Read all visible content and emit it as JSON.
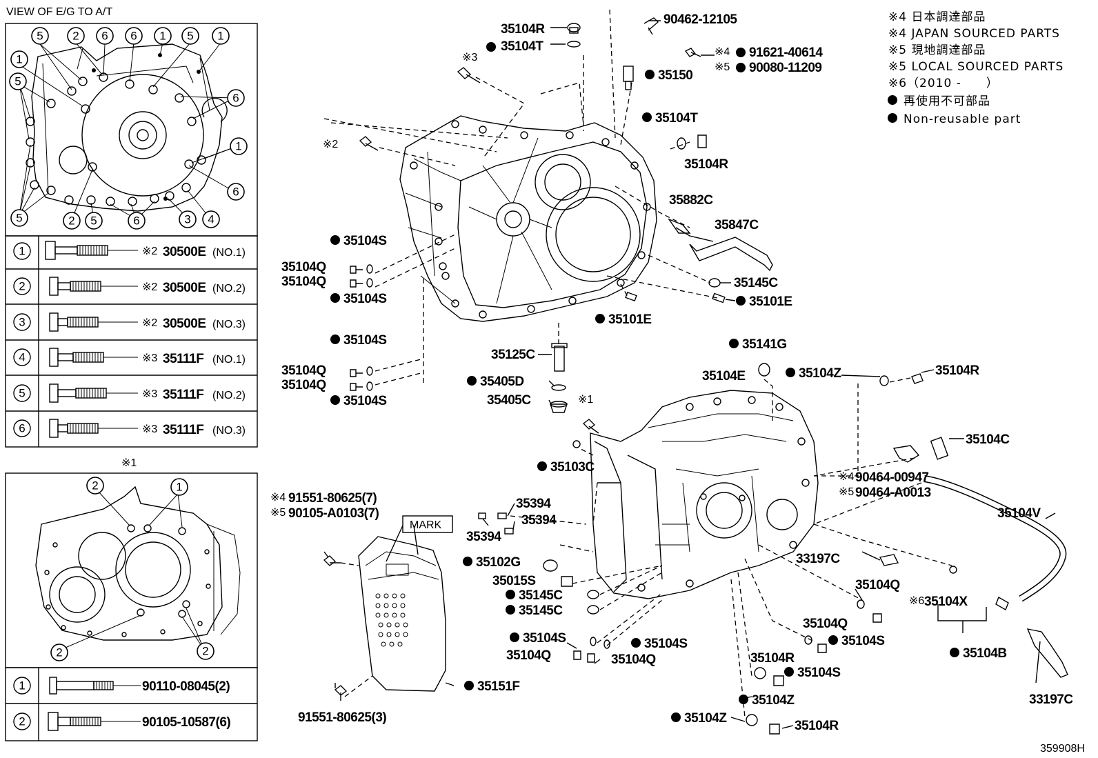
{
  "left": {
    "title": "VIEW OF E/G TO A/T",
    "table1_rows": [
      {
        "num": "1",
        "ref": "※2",
        "part": "30500E",
        "spec": "(NO.1)"
      },
      {
        "num": "2",
        "ref": "※2",
        "part": "30500E",
        "spec": "(NO.2)"
      },
      {
        "num": "3",
        "ref": "※2",
        "part": "30500E",
        "spec": "(NO.3)"
      },
      {
        "num": "4",
        "ref": "※3",
        "part": "35111F",
        "spec": "(NO.1)"
      },
      {
        "num": "5",
        "ref": "※3",
        "part": "35111F",
        "spec": "(NO.2)"
      },
      {
        "num": "6",
        "ref": "※3",
        "part": "35111F",
        "spec": "(NO.3)"
      }
    ],
    "view2_title": "※1",
    "table2_rows": [
      {
        "num": "1",
        "part": "90110-08045(2)"
      },
      {
        "num": "2",
        "part": "90105-10587(6)"
      }
    ]
  },
  "legend": [
    "※4 日本調達部品",
    "※4 JAPAN SOURCED PARTS",
    "※5 現地調達部品",
    "※5 LOCAL SOURCED PARTS",
    "※6（2010 -　　）",
    "再使用不可部品",
    "Non-reusable part"
  ],
  "labels": {
    "p35104R_top": "35104R",
    "p35104T_top": "35104T",
    "ref3_top": "※3",
    "p90462": "90462-12105",
    "ref4_a": "※4",
    "p91621": "91621-40614",
    "ref5_a": "※5",
    "p90080": "90080-11209",
    "p35150": "35150",
    "ref2_mid": "※2",
    "p35104T_r": "35104T",
    "p35104R_r": "35104R",
    "p35882C": "35882C",
    "p35847C": "35847C",
    "p35104S_1": "35104S",
    "p35104Q_1": "35104Q",
    "p35104Q_2": "35104Q",
    "p35104S_2": "35104S",
    "p35145C_top": "35145C",
    "p35101E_r": "35101E",
    "p35101E_b": "35101E",
    "p35104S_3": "35104S",
    "p35104Q_3": "35104Q",
    "p35104Q_4": "35104Q",
    "p35104S_4": "35104S",
    "p35125C": "35125C",
    "p35405D": "35405D",
    "p35405C": "35405C",
    "p35141G": "35141G",
    "p35104E": "35104E",
    "p35104Z_top": "35104Z",
    "p35104R_tr": "35104R",
    "p35104C": "35104C",
    "ref1_mid": "※1",
    "p35103C": "35103C",
    "ref4_b": "※4",
    "p90464_a": "90464-00947",
    "ref5_b": "※5",
    "p90464_b": "90464-A0013",
    "p35104V": "35104V",
    "ref4_c": "※4",
    "p91551_a": "91551-80625(7)",
    "ref5_c": "※5",
    "p90105_a": "90105-A0103(7)",
    "p35394_a": "35394",
    "p35394_b": "35394",
    "p35394_c": "35394",
    "mark": "MARK",
    "p35102G": "35102G",
    "p35015S": "35015S",
    "p35145C_a": "35145C",
    "p35145C_b": "35145C",
    "p33197C_m": "33197C",
    "p35104Q_m": "35104Q",
    "ref6": "※6",
    "p35104X": "35104X",
    "p35104Q_m2": "35104Q",
    "p35104S_m": "35104S",
    "p35104S_b1": "35104S",
    "p35104S_b2": "35104S",
    "p35104Q_b1": "35104Q",
    "p35104Q_b2": "35104Q",
    "p35104R_b": "35104R",
    "p35104S_b3": "35104S",
    "p35104B": "35104B",
    "p35151F": "35151F",
    "p35104Z_b": "35104Z",
    "p33197C_b": "33197C",
    "p91551_b": "91551-80625(3)",
    "p35104Z_bb": "35104Z",
    "p35104R_bb": "35104R",
    "figno": "359908H"
  }
}
